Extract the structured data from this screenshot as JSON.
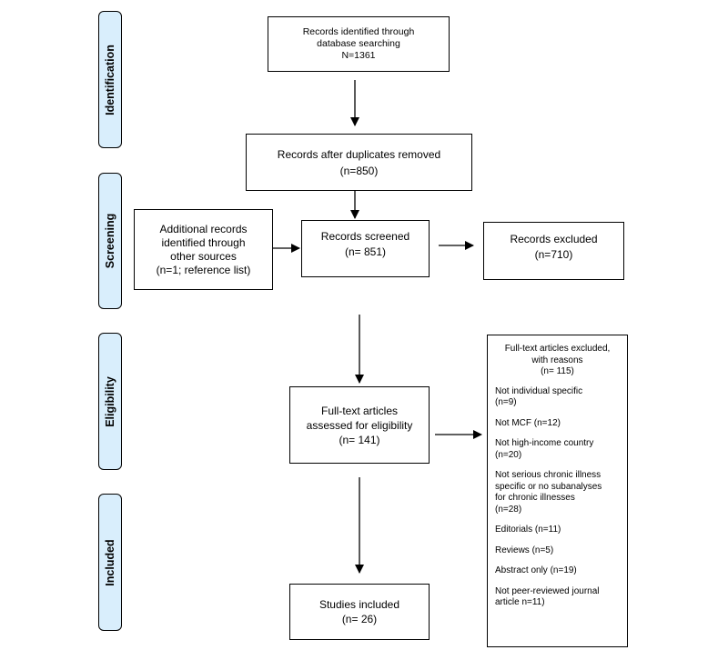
{
  "phases": {
    "identification": "Identification",
    "screening": "Screening",
    "eligibility": "Eligibility",
    "included": "Included"
  },
  "boxes": {
    "identified": [
      "Records identified through",
      "database searching",
      "N=1361"
    ],
    "after_duplicates": [
      "Records after duplicates removed",
      "(n=850)"
    ],
    "additional": [
      "Additional records",
      "identified through",
      "other sources",
      "(n=1; reference list)"
    ],
    "screened": [
      "Records screened",
      "(n= 851)"
    ],
    "excluded": [
      "Records excluded",
      "(n=710)"
    ],
    "fulltext": [
      "Full-text articles",
      "assessed for eligibility",
      "(n= 141)"
    ],
    "included": [
      "Studies included",
      "(n= 26)"
    ]
  },
  "fulltext_excluded": {
    "header": [
      "Full-text articles excluded,",
      "with reasons",
      "(n= 115)"
    ],
    "reasons": [
      [
        "Not individual specific",
        "(n=9)"
      ],
      [
        "Not MCF (n=12)"
      ],
      [
        "Not high-income country",
        "(n=20)"
      ],
      [
        "Not serious chronic illness",
        "specific or no subanalyses",
        "for chronic illnesses",
        "(n=28)"
      ],
      [
        "Editorials (n=11)"
      ],
      [
        "Reviews (n=5)"
      ],
      [
        "Abstract only (n=19)"
      ],
      [
        "Not peer-reviewed journal",
        "article n=11)"
      ]
    ]
  }
}
